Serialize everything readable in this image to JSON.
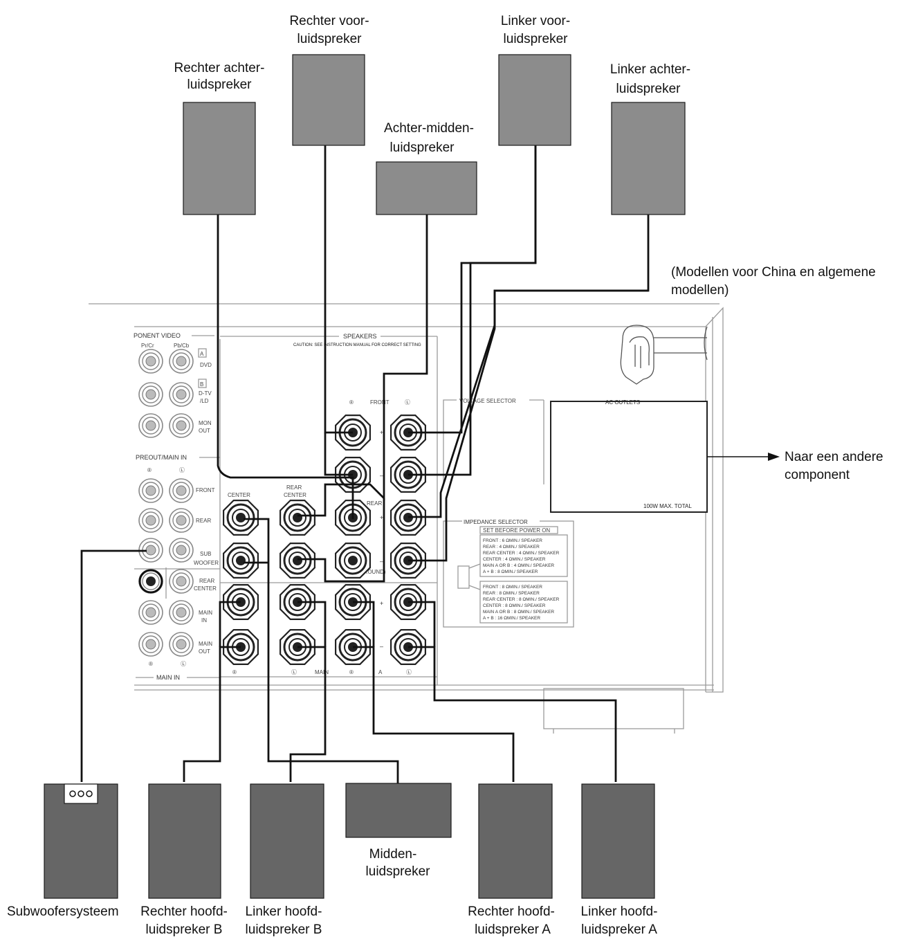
{
  "speakers": {
    "rear_right": [
      "Rechter achter-",
      "luidspreker"
    ],
    "front_right": [
      "Rechter voor-",
      "luidspreker"
    ],
    "rear_center": [
      "Achter-midden-",
      "luidspreker"
    ],
    "front_left": [
      "Linker voor-",
      "luidspreker"
    ],
    "rear_left": [
      "Linker achter-",
      "luidspreker"
    ],
    "subwoofer": [
      "Subwoofersysteem"
    ],
    "main_right_b": [
      "Rechter hoofd-",
      "luidspreker B"
    ],
    "main_left_b": [
      "Linker hoofd-",
      "luidspreker B"
    ],
    "center": [
      "Midden-",
      "luidspreker"
    ],
    "main_right_a": [
      "Rechter hoofd-",
      "luidspreker A"
    ],
    "main_left_a": [
      "Linker hoofd-",
      "luidspreker A"
    ]
  },
  "notes": {
    "model_note": [
      "(Modellen voor China en algemene",
      "modellen)"
    ],
    "ac_destination": [
      "Naar een andere",
      "component"
    ]
  },
  "panel": {
    "component_video": "PONENT VIDEO",
    "pr_cr": "Pr/Cr",
    "pb_cb": "Pb/Cb",
    "box_a": "A",
    "dvd": "DVD",
    "box_b": "B",
    "dtv": "D-TV",
    "ld": "/LD",
    "mon": "MON",
    "out": "OUT",
    "preout_main_in": "PREOUT/MAIN IN",
    "r_mark": "®",
    "l_mark": "Ⓛ",
    "front": "FRONT",
    "rear": "REAR",
    "sub": "SUB",
    "woofer": "WOOFER",
    "rear_center_a": "REAR",
    "rear_center_b": "CENTER",
    "main": "MAIN",
    "in": "IN",
    "main_in": "MAIN IN",
    "speakers_title": "SPEAKERS",
    "caution": "CAUTION: SEE INSTRUCTION MANUAL FOR CORRECT SETTING",
    "front_label": "FRONT",
    "center_label": "CENTER",
    "rear_center_label_a": "REAR",
    "rear_center_label_b": "CENTER",
    "rear_label": "REAR",
    "surround_label": "(SURROUND)",
    "main_label": "MAIN",
    "a_label": "A",
    "plus": "+",
    "minus": "–",
    "voltage_selector": "VOLTAGE SELECTOR",
    "ac_outlets": "AC OUTLETS",
    "ac_max": "100W MAX. TOTAL",
    "impedance_selector": "IMPEDANCE SELECTOR",
    "set_before": "SET BEFORE POWER ON",
    "imp_upper": [
      "FRONT          : 6 ΩMIN./ SPEAKER",
      "REAR            : 4 ΩMIN./ SPEAKER",
      "REAR CENTER : 4 ΩMIN./ SPEAKER",
      "CENTER        : 4 ΩMIN./ SPEAKER",
      "MAIN A OR B : 4 ΩMIN./ SPEAKER",
      "           A + B : 8 ΩMIN./ SPEAKER"
    ],
    "imp_lower": [
      "FRONT          : 8 ΩMIN./ SPEAKER",
      "REAR            : 8 ΩMIN./ SPEAKER",
      "REAR CENTER : 8 ΩMIN./ SPEAKER",
      "CENTER        : 8 ΩMIN./ SPEAKER",
      "MAIN A OR B : 8 ΩMIN./ SPEAKER",
      "           A + B : 16 ΩMIN./ SPEAKER"
    ]
  },
  "colors": {
    "speaker_fill": "#8c8c8c",
    "speaker_fill_dark": "#666666",
    "wire": "#111111",
    "panel_line": "#9a9a9a"
  }
}
